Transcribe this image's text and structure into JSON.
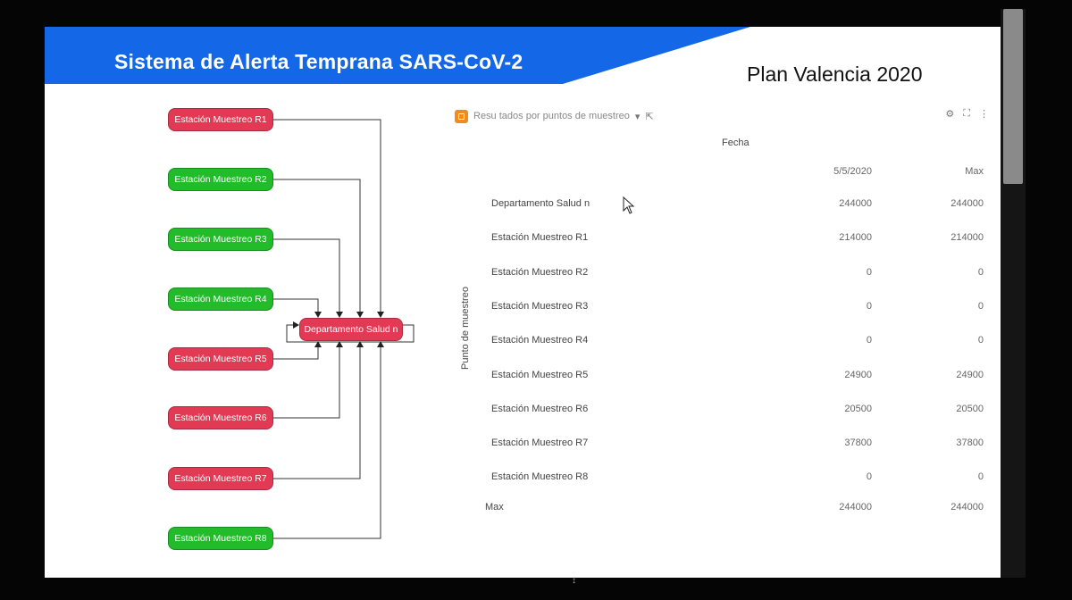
{
  "banner": {
    "title": "Sistema de Alerta Temprana SARS-CoV-2",
    "subtitle": "Plan Valencia 2020",
    "color": "#1467e6"
  },
  "diagram": {
    "hub": "Departamento Salud n",
    "nodes": [
      {
        "label": "Estación Muestreo R1",
        "status": "red"
      },
      {
        "label": "Estación Muestreo R2",
        "status": "green"
      },
      {
        "label": "Estación Muestreo R3",
        "status": "green"
      },
      {
        "label": "Estación Muestreo R4",
        "status": "green"
      },
      {
        "label": "Estación Muestreo R5",
        "status": "red"
      },
      {
        "label": "Estación Muestreo R6",
        "status": "red"
      },
      {
        "label": "Estación Muestreo R7",
        "status": "red"
      },
      {
        "label": "Estación Muestreo R8",
        "status": "green"
      }
    ],
    "colors": {
      "red": "#e23a54",
      "green": "#22bb2a"
    }
  },
  "report": {
    "name": "Resu tados por puntos de muestreo",
    "col_group": "Fecha",
    "columns": [
      "5/5/2020",
      "Max"
    ],
    "row_axis": "Punto de muestreo",
    "rows": [
      {
        "label": "Departamento Salud n",
        "values": [
          "244000",
          "244000"
        ]
      },
      {
        "label": "Estación Muestreo R1",
        "values": [
          "214000",
          "214000"
        ]
      },
      {
        "label": "Estación Muestreo R2",
        "values": [
          "0",
          "0"
        ]
      },
      {
        "label": "Estación Muestreo R3",
        "values": [
          "0",
          "0"
        ]
      },
      {
        "label": "Estación Muestreo R4",
        "values": [
          "0",
          "0"
        ]
      },
      {
        "label": "Estación Muestreo R5",
        "values": [
          "24900",
          "24900"
        ]
      },
      {
        "label": "Estación Muestreo R6",
        "values": [
          "20500",
          "20500"
        ]
      },
      {
        "label": "Estación Muestreo R7",
        "values": [
          "37800",
          "37800"
        ]
      },
      {
        "label": "Estación Muestreo R8",
        "values": [
          "0",
          "0"
        ]
      }
    ],
    "total": {
      "label": "Max",
      "values": [
        "244000",
        "244000"
      ]
    }
  }
}
